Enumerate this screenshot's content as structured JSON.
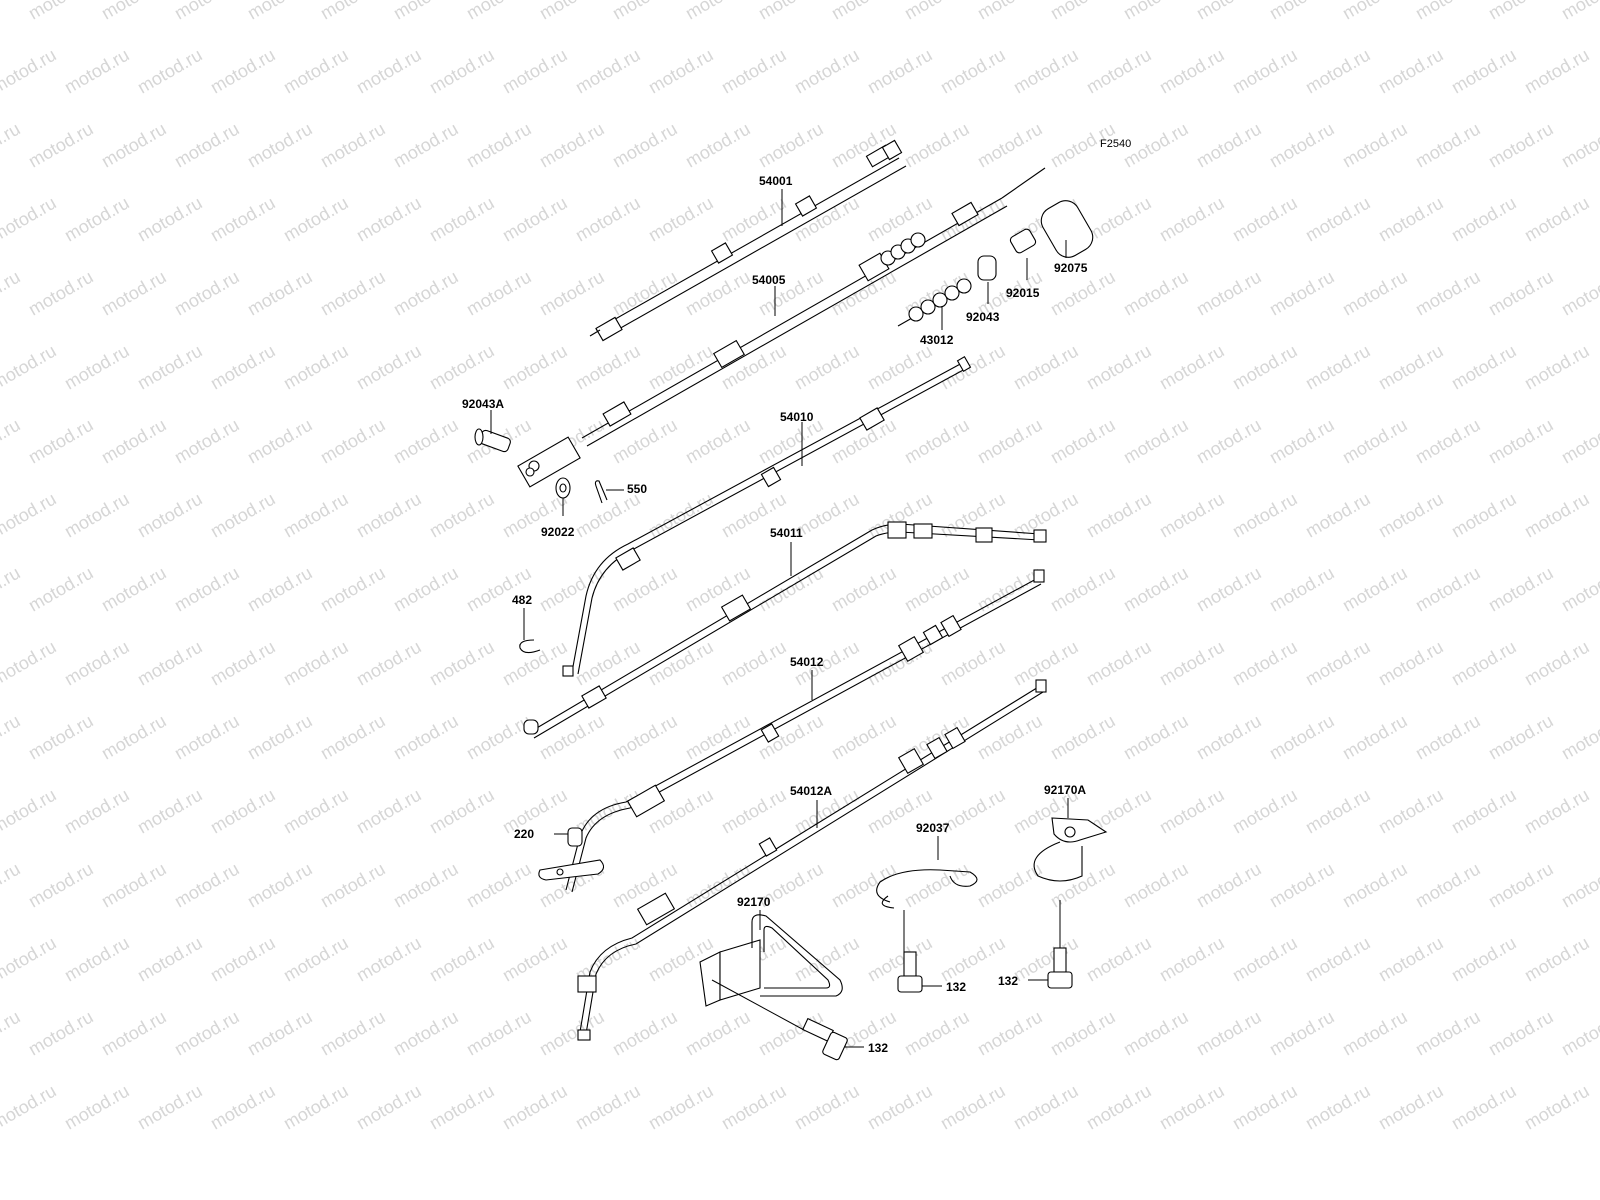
{
  "watermark": "motod.ru",
  "figure_code": "F2540",
  "parts": {
    "p54001": "54001",
    "p54005": "54005",
    "p92075": "92075",
    "p92015": "92015",
    "p92043": "92043",
    "p43012": "43012",
    "p92043A": "92043A",
    "p54010": "54010",
    "p550": "550",
    "p92022": "92022",
    "p54011": "54011",
    "p482": "482",
    "p54012": "54012",
    "p54012A": "54012A",
    "p220": "220",
    "p92037": "92037",
    "p92170A": "92170A",
    "p92170": "92170",
    "p132a": "132",
    "p132b": "132",
    "p132c": "132"
  }
}
